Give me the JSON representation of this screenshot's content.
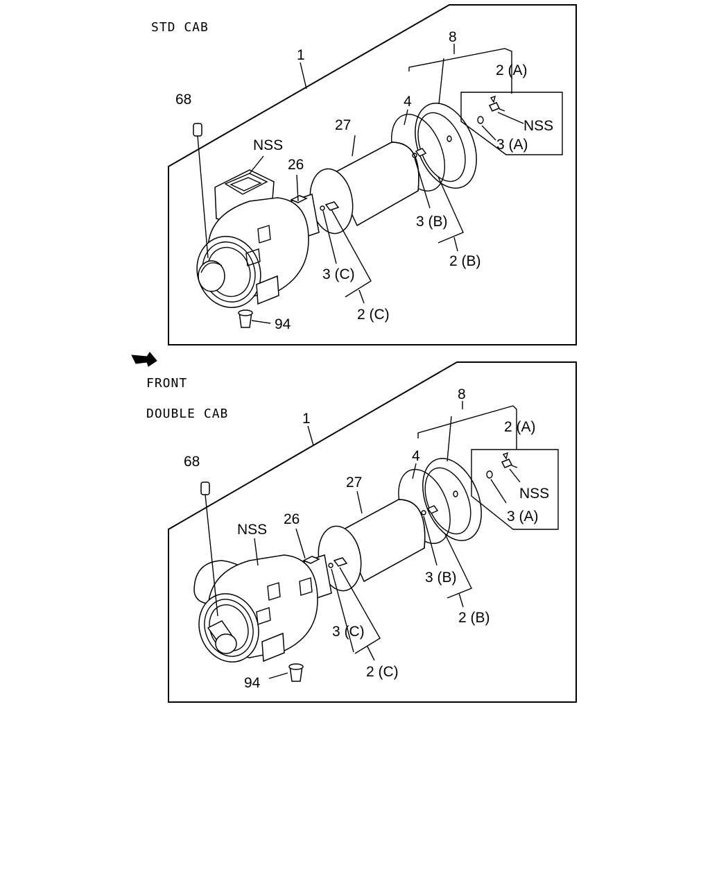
{
  "panels": {
    "std": {
      "title": "STD CAB",
      "callouts": {
        "c1": "1",
        "c8": "8",
        "c2a": "2 (A)",
        "c4": "4",
        "c68": "68",
        "c27": "27",
        "cnss_clamp": "NSS",
        "c3a": "3 (A)",
        "cnss_cover": "NSS",
        "c26": "26",
        "c3b": "3 (B)",
        "c2b": "2 (B)",
        "c3c": "3 (C)",
        "c2c": "2 (C)",
        "c94": "94"
      }
    },
    "double": {
      "title": "DOUBLE CAB",
      "callouts": {
        "c1": "1",
        "c8": "8",
        "c2a": "2 (A)",
        "c4": "4",
        "c68": "68",
        "c27": "27",
        "cnss_clamp": "NSS",
        "c3a": "3 (A)",
        "cnss_cover": "NSS",
        "c26": "26",
        "c3b": "3 (B)",
        "c2b": "2 (B)",
        "c3c": "3 (C)",
        "c2c": "2 (C)",
        "c94": "94"
      }
    }
  },
  "front_indicator": {
    "label": "FRONT",
    "icon": "front-arrow-icon"
  }
}
